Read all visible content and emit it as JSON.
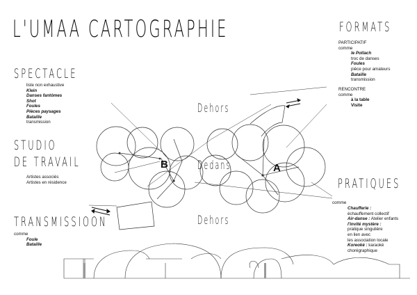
{
  "title": "L'UMAA CARTOGRAPHIE",
  "spectacle": {
    "heading": "SPECTACLE",
    "intro": "liste non exhaustive",
    "items": [
      "Klein",
      "Danses fantômes",
      "Shot",
      "Foules",
      "Pièces paysages",
      "Bataille",
      "transmission"
    ]
  },
  "studio": {
    "heading_line1": "STUDIO",
    "heading_line2": "DE TRAVAIL",
    "items": [
      "Artistes associés",
      "Artistes en résidence"
    ]
  },
  "transmission": {
    "heading": "TRANSMISSIOON",
    "intro": "comme",
    "items": [
      "Foule",
      "Bataille"
    ]
  },
  "formats": {
    "heading": "FORMATS",
    "participatif_label": "PARTICIPATIF",
    "participatif_intro": "comme",
    "participatif_items": [
      {
        "name": "le Potlach",
        "desc": "troc de danses"
      },
      {
        "name": "Foules",
        "desc": "pièce pour amateurs"
      },
      {
        "name": "Bataille",
        "desc": "transmission"
      }
    ],
    "rencontre_label": "RENCONTRE",
    "rencontre_intro": "comme",
    "rencontre_items": [
      "à la table",
      "Visite"
    ]
  },
  "pratiques": {
    "heading": "PRATIQUES",
    "intro": "comme",
    "items": [
      {
        "name": "Chaufferie :",
        "desc": "échauffement collectif"
      },
      {
        "name": "Air-danse :",
        "desc": "Atelier enfants"
      },
      {
        "name": "l'invité mystère :",
        "desc": "pratique singulière"
      },
      {
        "name": "",
        "desc": "en lien avec"
      },
      {
        "name": "",
        "desc": "les association locale"
      },
      {
        "name": "Koreoké :",
        "desc": "karaoké"
      },
      {
        "name": "",
        "desc": "chorégraphique"
      }
    ]
  },
  "map": {
    "dehors_top": "Dehors",
    "dedans": "Dedans",
    "dehors_bottom": "Dehors",
    "zone_a": "A",
    "zone_b": "B"
  }
}
